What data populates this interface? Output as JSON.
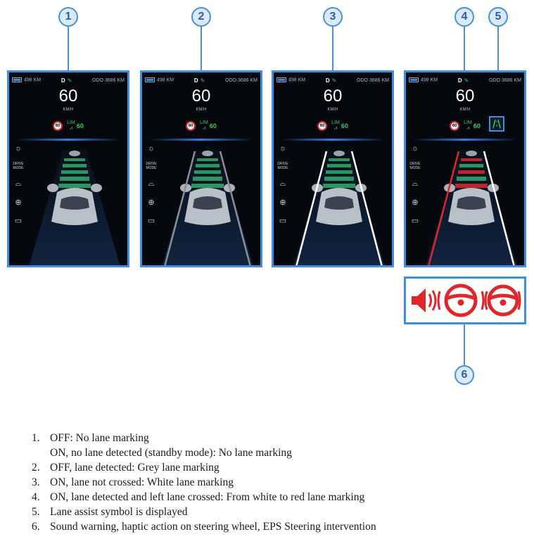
{
  "callouts": [
    "1",
    "2",
    "3",
    "4",
    "5",
    "6"
  ],
  "dashboard": {
    "range": "498 KM",
    "gear": "D",
    "odo_label": "ODO",
    "odo_value": "3686 KM",
    "speed": "60",
    "speed_unit": "KM/H",
    "speed_limit": "60",
    "lim_label": "LIM",
    "lim_value": "60",
    "drive_mode": "DRIVE MODE"
  },
  "colors": {
    "panel_border": "#3d8fe0",
    "callout_fill": "#dbe9f8",
    "lane_grey": "#8a8f96",
    "lane_white": "#ffffff",
    "lane_red": "#e0262b",
    "warning_red": "#e0262b",
    "assist_green": "#47c26b"
  },
  "panels": [
    {
      "state": "no-lane-marking"
    },
    {
      "state": "grey-lane-marking"
    },
    {
      "state": "white-lane-marking"
    },
    {
      "state": "red-left-lane-marking",
      "lane_assist_symbol": true
    }
  ],
  "warning_icons": [
    "speaker-warning-icon",
    "steering-wheel-haptic-icon",
    "steering-wheel-eps-icon"
  ],
  "legend": [
    {
      "num": "1.",
      "lines": [
        "OFF: No lane marking",
        "ON, no lane detected (standby mode): No lane marking"
      ]
    },
    {
      "num": "2.",
      "lines": [
        "OFF, lane detected: Grey lane marking"
      ]
    },
    {
      "num": "3.",
      "lines": [
        "ON, lane not crossed: White lane marking"
      ]
    },
    {
      "num": "4.",
      "lines": [
        "ON, lane detected and left lane crossed: From white to red lane marking"
      ]
    },
    {
      "num": "5.",
      "lines": [
        "Lane assist symbol is displayed"
      ]
    },
    {
      "num": "6.",
      "lines": [
        "Sound warning, haptic action on steering wheel, EPS Steering intervention"
      ]
    }
  ]
}
